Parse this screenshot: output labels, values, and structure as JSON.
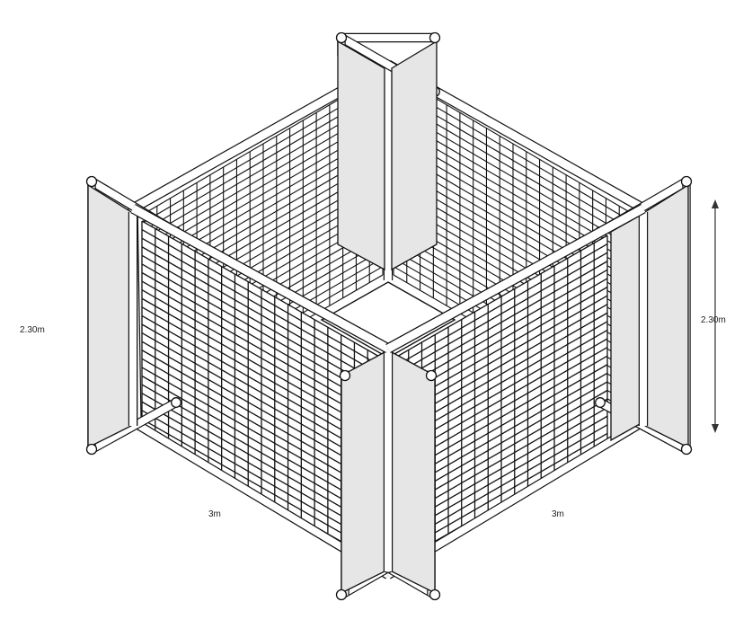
{
  "diagram": {
    "labels": {
      "height_left": "2.30m",
      "height_right": "2.30m",
      "width_left": "3m",
      "width_right": "3m"
    },
    "colors": {
      "line": "#111111",
      "fill": "#ffffff",
      "panel": "#e6e6e6",
      "arrow": "#333333"
    },
    "mesh_columns": 18,
    "mesh_rows": 24,
    "icons": {
      "dimension_arrow": "double-headed-arrow"
    }
  }
}
